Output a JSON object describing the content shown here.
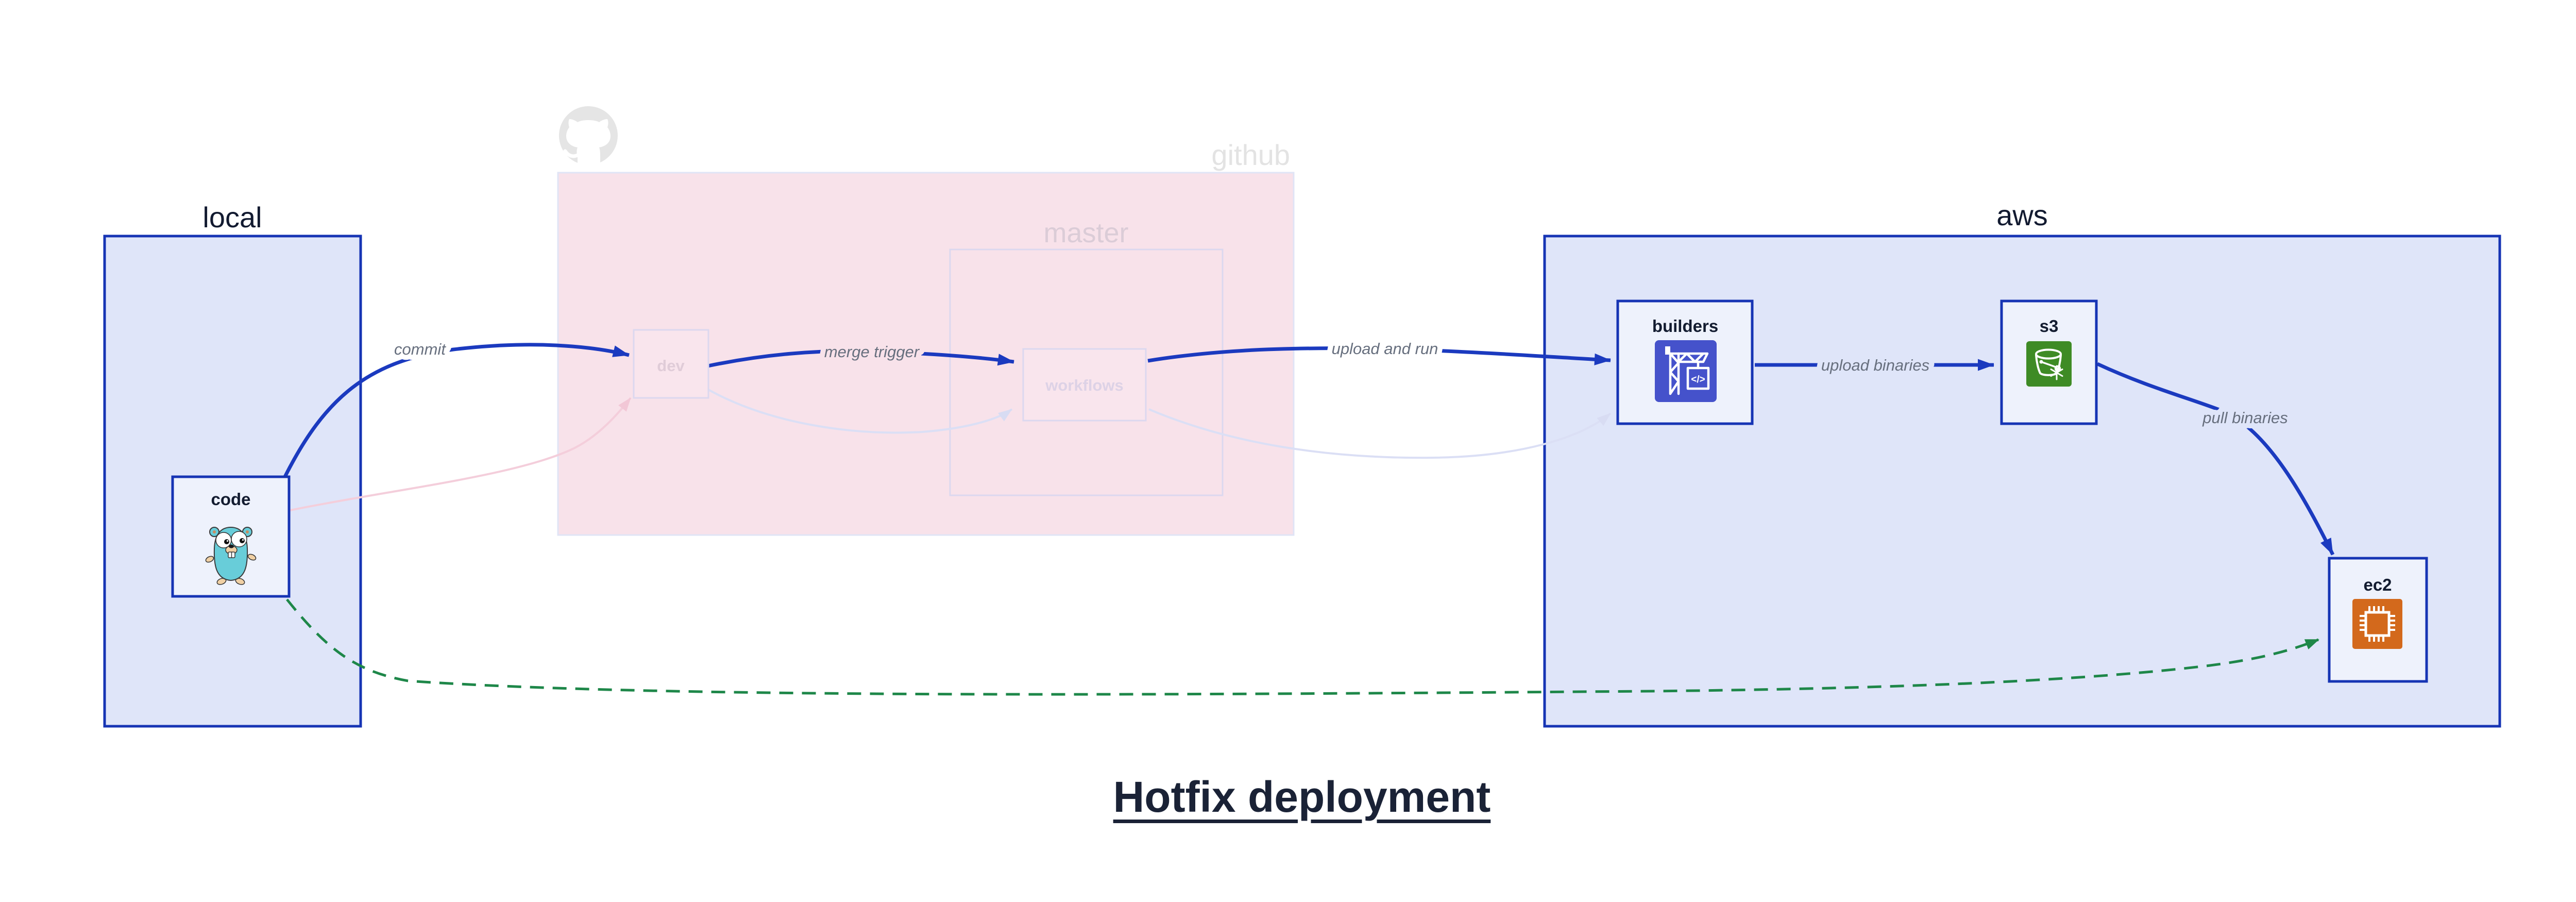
{
  "title": {
    "text": "Hotfix deployment"
  },
  "clusters": {
    "local": {
      "label": "local"
    },
    "github": {
      "label": "github"
    },
    "master": {
      "label": "master"
    },
    "aws": {
      "label": "aws"
    }
  },
  "nodes": {
    "code": {
      "label": "code",
      "icon": "go-gopher-icon"
    },
    "dev": {
      "label": "dev"
    },
    "workflows": {
      "label": "workflows"
    },
    "builders": {
      "label": "builders",
      "icon": "aws-codebuild-icon"
    },
    "s3": {
      "label": "s3",
      "icon": "aws-s3-glacier-icon"
    },
    "ec2": {
      "label": "ec2",
      "icon": "aws-ec2-icon"
    }
  },
  "edges": {
    "commit": {
      "label": "commit",
      "style": "solid-blue"
    },
    "merge_trigger": {
      "label": "merge trigger",
      "style": "solid-blue"
    },
    "upload_and_run": {
      "label": "upload and run",
      "style": "solid-blue"
    },
    "upload_binaries": {
      "label": "upload binaries",
      "style": "solid-blue"
    },
    "pull_binaries": {
      "label": "pull binaries",
      "style": "solid-blue"
    },
    "hotfix_code_to_ec2": {
      "label": "",
      "style": "dashed-green"
    },
    "ghost_code_to_dev": {
      "label": "",
      "style": "faded-pink"
    },
    "ghost_dev_to_workflows": {
      "label": "",
      "style": "faded-lavender"
    },
    "ghost_workflows_to_builders": {
      "label": "",
      "style": "faded-lavender"
    }
  },
  "colors": {
    "cluster_border_blue": "#1634b4",
    "cluster_fill_blue": "#dfe5f9",
    "node_fill": "#eef2fc",
    "edge_blue": "#1b3abf",
    "github_fill_pink": "#f8e2ea",
    "github_border_faded": "#e0e4f6",
    "master_border_faded": "#dcd8ef",
    "faded_node_fill": "#f9e5ed",
    "faded_pink_edge": "#f2c7d6",
    "faded_lavender_edge": "#d8dcf3",
    "hotfix_green": "#1e8749",
    "edge_label_gray": "#676f7e",
    "github_gray": "#e3e3e3",
    "codebuild_purple": "#4552cb",
    "s3_green": "#3e8b25",
    "ec2_orange": "#d3691c",
    "gopher_teal": "#68cdd9",
    "title_navy": "#1a2236"
  }
}
